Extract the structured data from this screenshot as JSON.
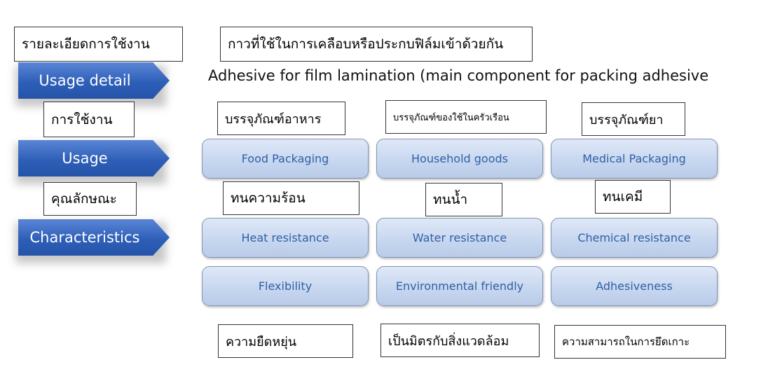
{
  "rows": {
    "usage_detail": {
      "arrow": "Usage detail",
      "thai": "รายละเอียดการใช้งาน"
    },
    "usage": {
      "arrow": "Usage",
      "thai": "การใช้งาน"
    },
    "characteristics": {
      "arrow": "Characteristics",
      "thai": "คุณลักษณะ"
    }
  },
  "usage_detail_text": {
    "thai": "กาวที่ใช้ในการเคลือบหรือประกบฟิล์มเข้าด้วยกัน",
    "english": "Adhesive for film lamination (main component for packing adhesive"
  },
  "usage_items": [
    {
      "label": "Food Packaging",
      "thai": "บรรจุภัณฑ์อาหาร"
    },
    {
      "label": "Household goods",
      "thai": "บรรจุภัณฑ์ของใช้ในครัวเรือน"
    },
    {
      "label": "Medical Packaging",
      "thai": "บรรจุภัณฑ์ยา"
    }
  ],
  "characteristics_items": [
    {
      "label": "Heat resistance",
      "thai": "ทนความร้อน"
    },
    {
      "label": "Water resistance",
      "thai": "ทนน้ำ"
    },
    {
      "label": "Chemical resistance",
      "thai": "ทนเคมี"
    },
    {
      "label": "Flexibility",
      "thai": "ความยืดหยุ่น"
    },
    {
      "label": "Environmental friendly",
      "thai": "เป็นมิตรกับสิ่งแวดล้อม"
    },
    {
      "label": "Adhesiveness",
      "thai": "ความสามารถในการยึดเกาะ"
    }
  ],
  "colors": {
    "arrow": "#2e5fb8",
    "pill_text": "#2f5fa6",
    "pill_fill": "#c6d6ef"
  }
}
